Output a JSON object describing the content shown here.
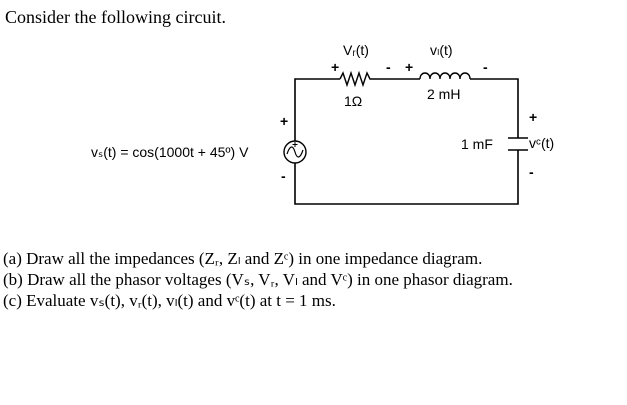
{
  "intro": "Consider the following circuit.",
  "circuit": {
    "source_label": "vₛ(t) = cos(1000t + 45º) V",
    "resistor": {
      "voltage_label": "Vᵣ(t)",
      "value": "1Ω",
      "plus": "+",
      "minus": "-"
    },
    "inductor": {
      "voltage_label": "vₗ(t)",
      "value": "2 mH",
      "plus": "+",
      "minus": "-"
    },
    "capacitor": {
      "voltage_label": "vᶜ(t)",
      "value": "1 mF",
      "plus": "+",
      "minus": "-"
    },
    "source_plus": "+",
    "source_minus": "-"
  },
  "questions": [
    "(a) Draw all the impedances (Zᵣ, Zₗ and Zᶜ) in one impedance diagram.",
    "(b) Draw all the phasor voltages (Vₛ, Vᵣ, Vₗ and Vᶜ) in one phasor diagram.",
    "(c) Evaluate vₛ(t), vᵣ(t), vₗ(t) and vᶜ(t) at t = 1 ms."
  ]
}
